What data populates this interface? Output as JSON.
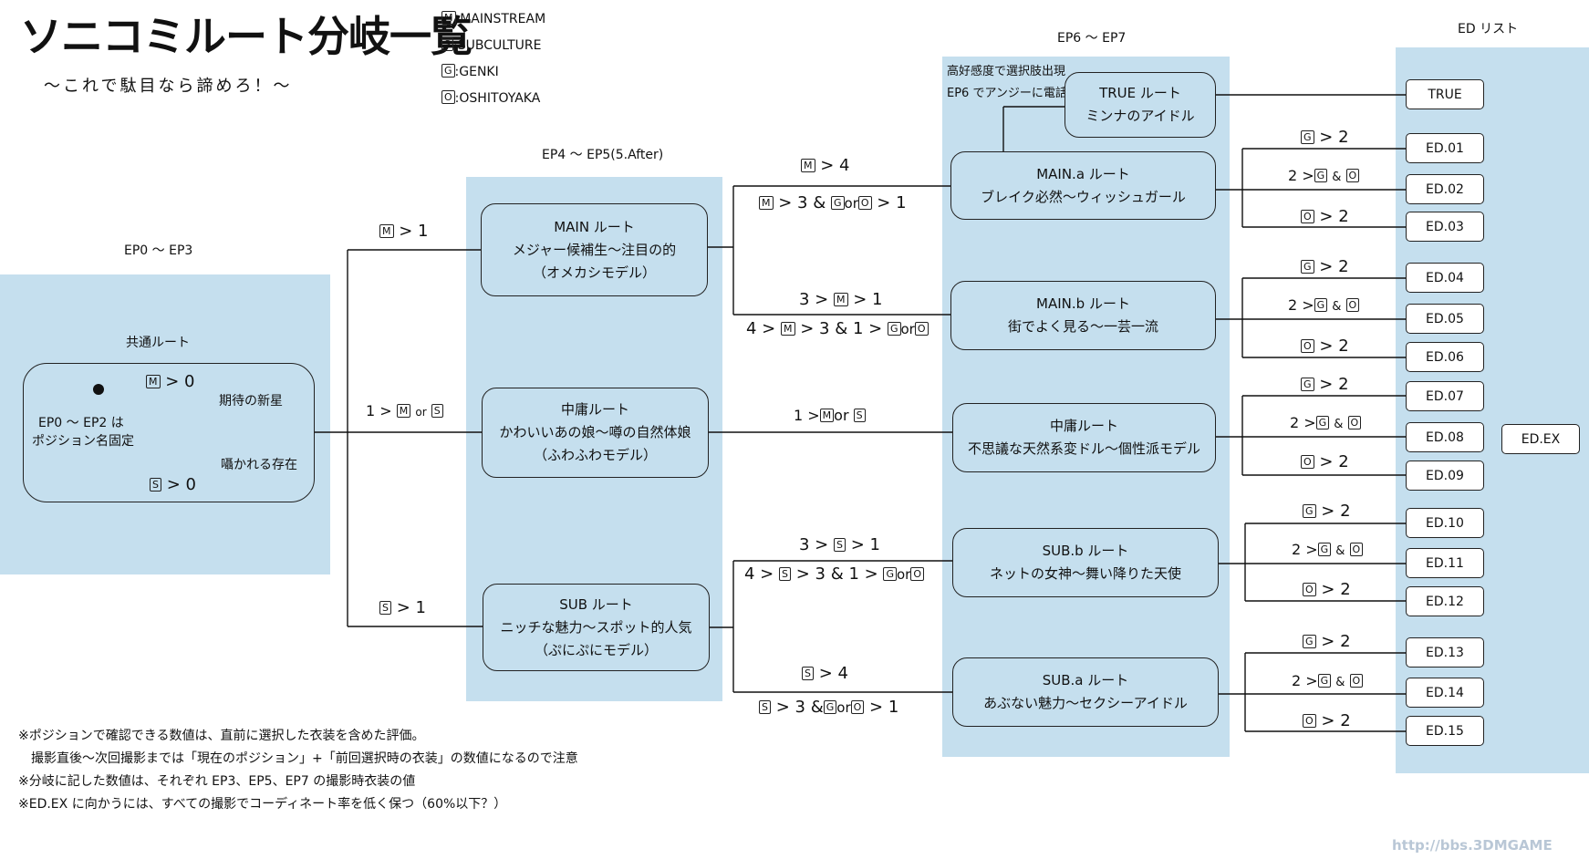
{
  "title": "ソニコミルート分岐一覧",
  "subtitle": "〜これで駄目なら諦めろ！〜",
  "legend": [
    {
      "key": "M",
      "label": ":MAINSTREAM"
    },
    {
      "key": "S",
      "label": ":SUBCULTURE"
    },
    {
      "key": "G",
      "label": ":GENKI"
    },
    {
      "key": "O",
      "label": ":OSHITOYAKA"
    }
  ],
  "sections": {
    "ep0": "EP0 〜 EP3",
    "ep4": "EP4 〜 EP5(5.After)",
    "ep6": "EP6 〜 EP7",
    "edlist": "ED リスト"
  },
  "common": {
    "heading": "共通ルート",
    "fixed_line1": "EP0 〜 EP2 は",
    "fixed_line2": "ポジション名固定",
    "branch_top": "期待の新星",
    "branch_bottom": "囁かれる存在",
    "cond_top": "> 0",
    "cond_bottom": "> 0"
  },
  "ep4_routes": {
    "main": [
      "MAIN ルート",
      "メジャー候補生〜注目の的",
      "（オメカシモデル）"
    ],
    "mid": [
      "中庸ルート",
      "かわいいあの娘〜噂の自然体娘",
      "（ふわふわモデル）"
    ],
    "sub": [
      "SUB ルート",
      "ニッチな魅力〜スポット的人気",
      "（ぷにぷにモデル）"
    ]
  },
  "ep4_conds": {
    "main": "> 1",
    "mid_pre": "1 >",
    "mid_or": "or",
    "sub": "> 1"
  },
  "ep6_note": [
    "高好感度で選択肢出現",
    "EP6 でアンジーに電話"
  ],
  "ep6_routes": {
    "true": [
      "TRUE ルート",
      "ミンナのアイドル"
    ],
    "main_a": [
      "MAIN.a ルート",
      "ブレイク必然〜ウィッシュガール"
    ],
    "main_b": [
      "MAIN.b ルート",
      "街でよく見る〜一芸一流"
    ],
    "mid": [
      "中庸ルート",
      "不思議な天然系変ドル〜個性派モデル"
    ],
    "sub_b": [
      "SUB.b ルート",
      "ネットの女神〜舞い降りた天使"
    ],
    "sub_a": [
      "SUB.a ルート",
      "あぶない魅力〜セクシーアイドル"
    ]
  },
  "ep6_conds": {
    "main_a_1": "> 4",
    "main_a_2a": "> 3 &",
    "main_a_2b": "or",
    "main_a_2c": "> 1",
    "main_b_1a": "3 >",
    "main_b_1b": "> 1",
    "main_b_2a": "4 >",
    "main_b_2b": "> 3 & 1 >",
    "main_b_2c": "or",
    "mid_a": "1 >",
    "mid_b": "or",
    "sub_b_1a": "3 >",
    "sub_b_1b": "> 1",
    "sub_b_2a": "4 >",
    "sub_b_2b": "> 3 & 1 >",
    "sub_b_2c": "or",
    "sub_a_1": "> 4",
    "sub_a_2a": "> 3 &",
    "sub_a_2b": "or",
    "sub_a_2c": "> 1"
  },
  "ed_conds": {
    "g2": "> 2",
    "mix_pre": "2 >",
    "mix_amp": "&",
    "o2": "> 2"
  },
  "ed_list": [
    "TRUE",
    "ED.01",
    "ED.02",
    "ED.03",
    "ED.04",
    "ED.05",
    "ED.06",
    "ED.07",
    "ED.08",
    "ED.09",
    "ED.10",
    "ED.11",
    "ED.12",
    "ED.13",
    "ED.14",
    "ED.15"
  ],
  "ed_ex": "ED.EX",
  "notes": [
    "※ポジションで確認できる数値は、直前に選択した衣装を含めた評価。",
    "　撮影直後〜次回撮影までは「現在のポジション」+「前回選択時の衣装」の数値になるので注意",
    "※分岐に記した数値は、それぞれ EP3、EP5、EP7 の撮影時衣装の値",
    "※ED.EX に向かうには、すべての撮影でコーディネート率を低く保つ（60%以下？）"
  ],
  "watermark": "http://bbs.3DMGAME"
}
